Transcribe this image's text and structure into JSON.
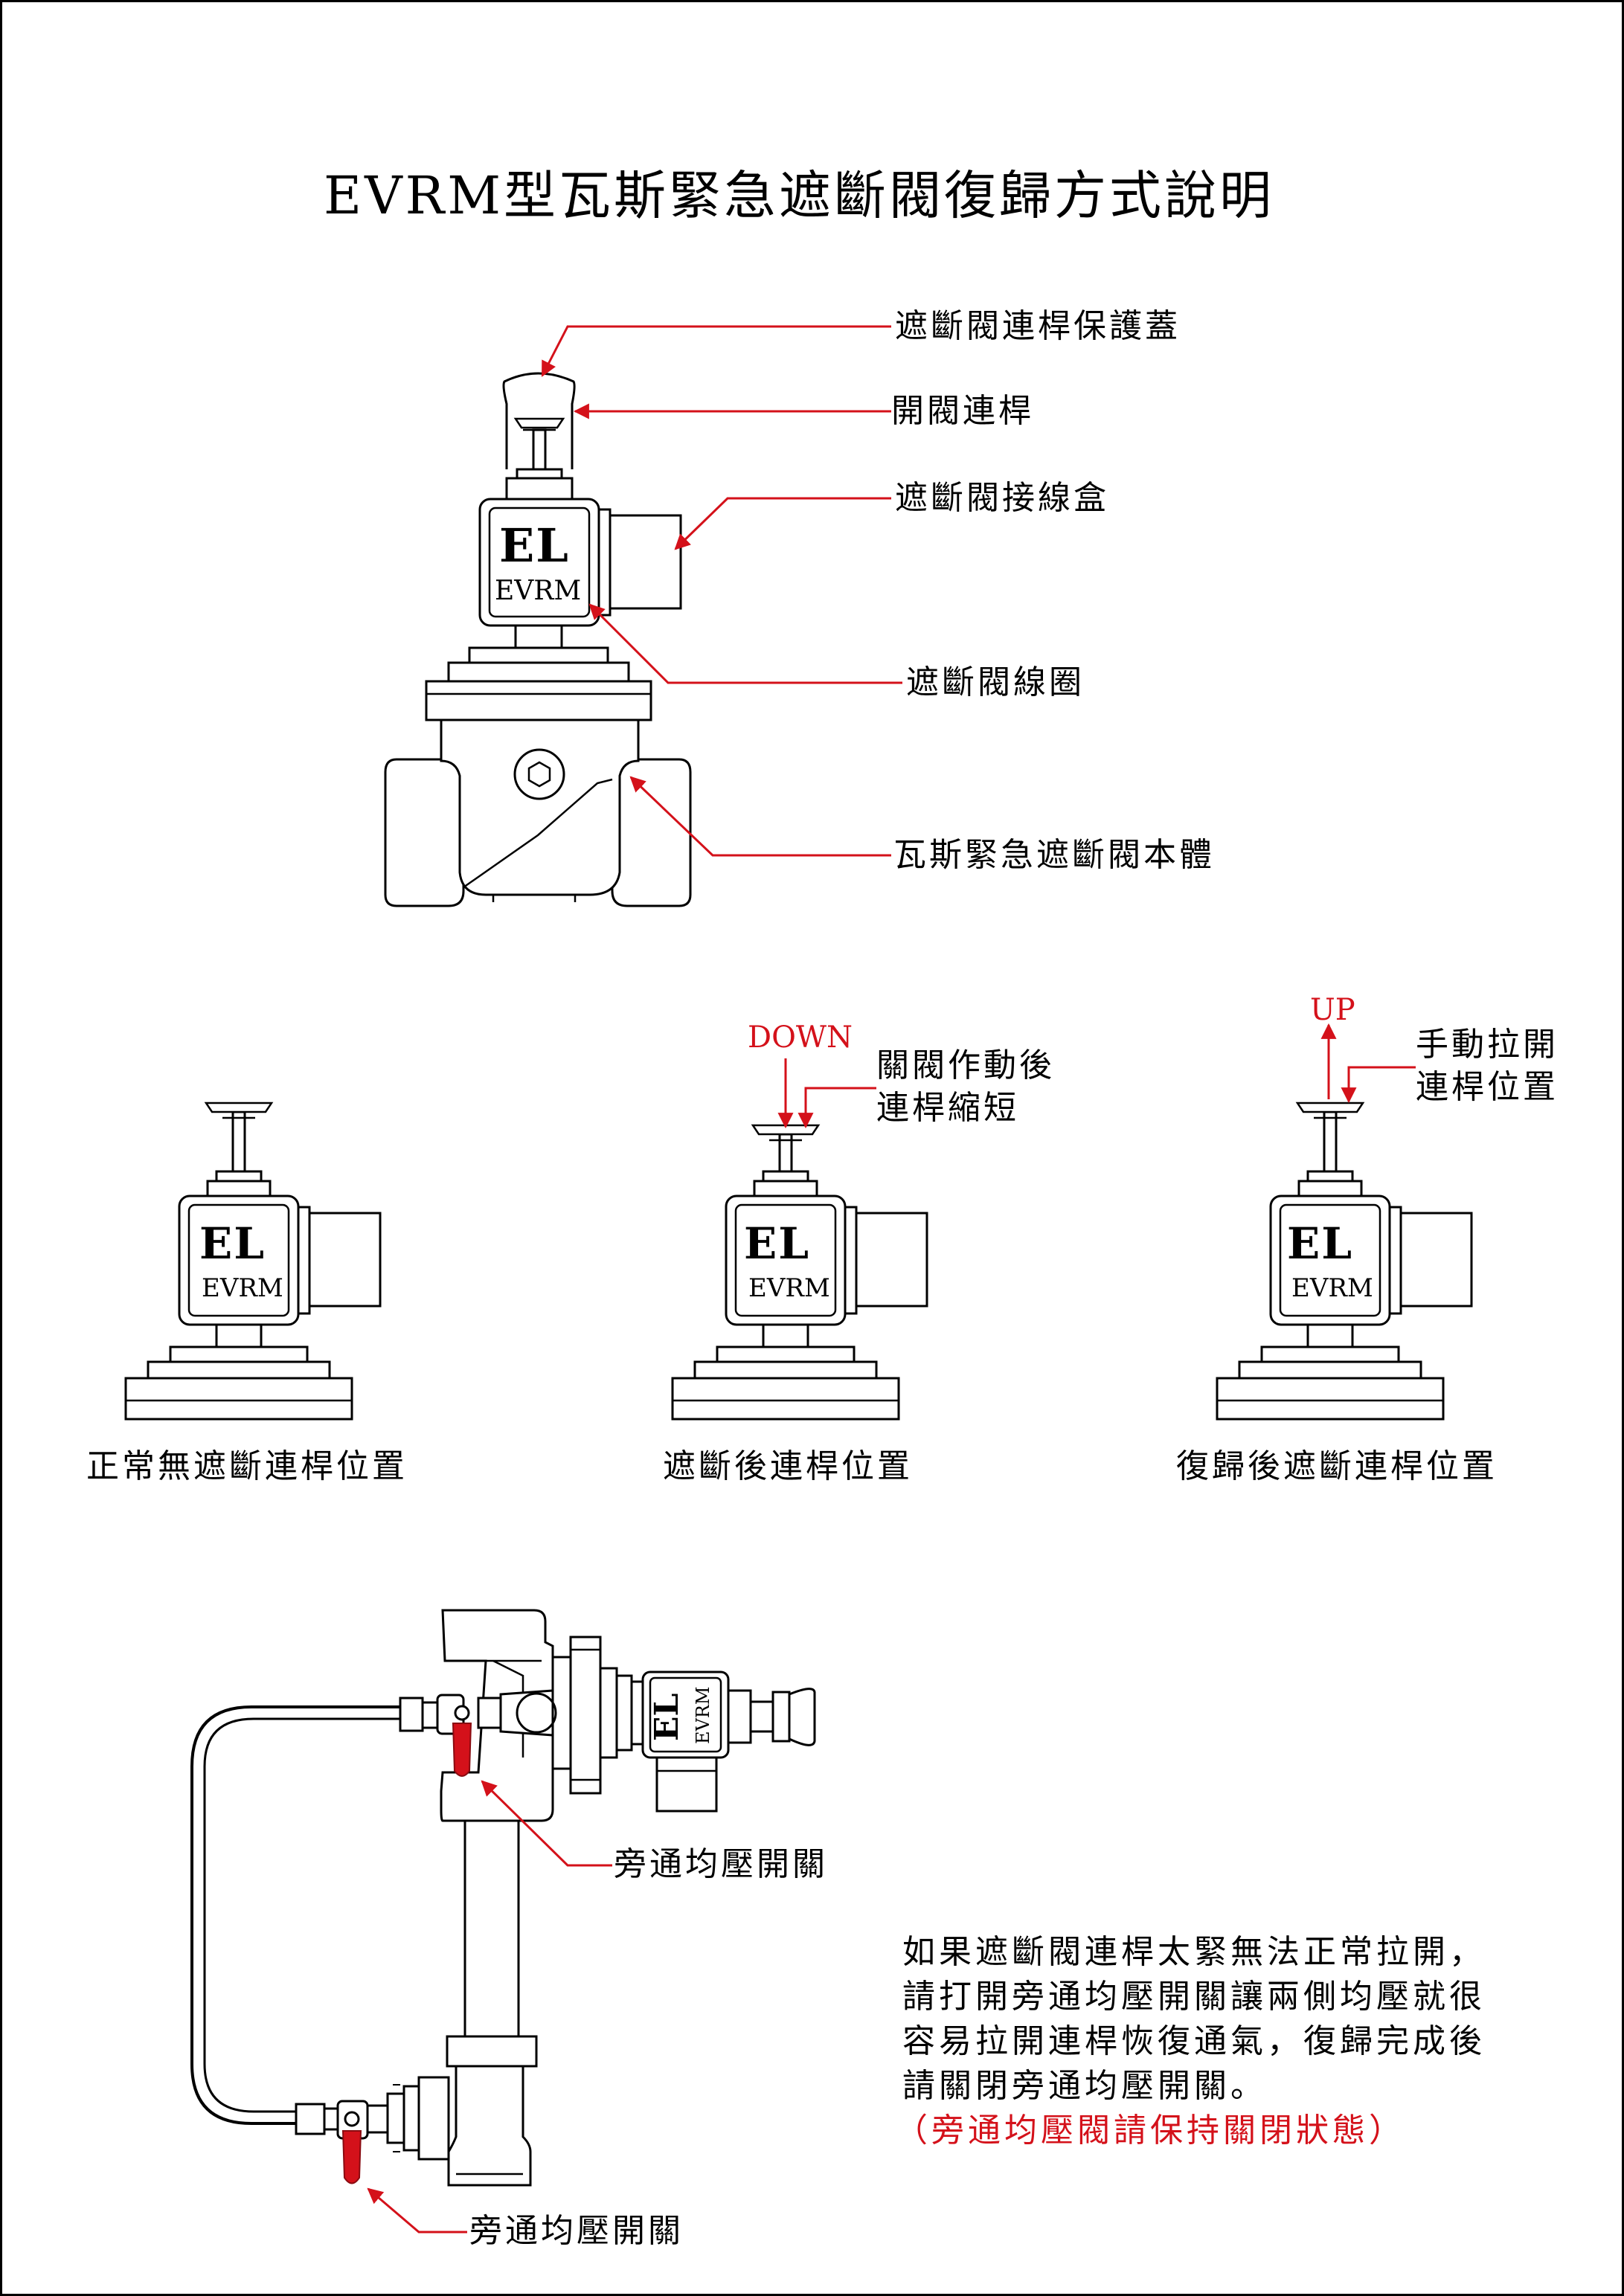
{
  "title": "EVRM型瓦斯緊急遮斷閥復歸方式說明",
  "brand": {
    "logo": "EL",
    "model": "EVRM"
  },
  "colors": {
    "accent": "#d4111a",
    "line": "#000000"
  },
  "parts": {
    "cover": "遮斷閥連桿保護蓋",
    "rod": "開閥連桿",
    "junction_box": "遮斷閥接線盒",
    "coil": "遮斷閥線圈",
    "body": "瓦斯緊急遮斷閥本體"
  },
  "states": [
    {
      "caption": "正常無遮斷連桿位置"
    },
    {
      "caption": "遮斷後連桿位置",
      "arrow": "DOWN",
      "note": [
        "關閥作動後",
        "連桿縮短"
      ]
    },
    {
      "caption": "復歸後遮斷連桿位置",
      "arrow": "UP",
      "note": [
        "手動拉開",
        "連桿位置"
      ]
    }
  ],
  "bypass": {
    "switch_top": "旁通均壓開關",
    "switch_bottom": "旁通均壓開關"
  },
  "instructions": {
    "lines": [
      "如果遮斷閥連桿太緊無法正常拉開，",
      "請打開旁通均壓開關讓兩側均壓就很",
      "容易拉開連桿恢復通氣，復歸完成後",
      "請關閉旁通均壓開關。"
    ],
    "warning": "（旁通均壓閥請保持關閉狀態）"
  }
}
